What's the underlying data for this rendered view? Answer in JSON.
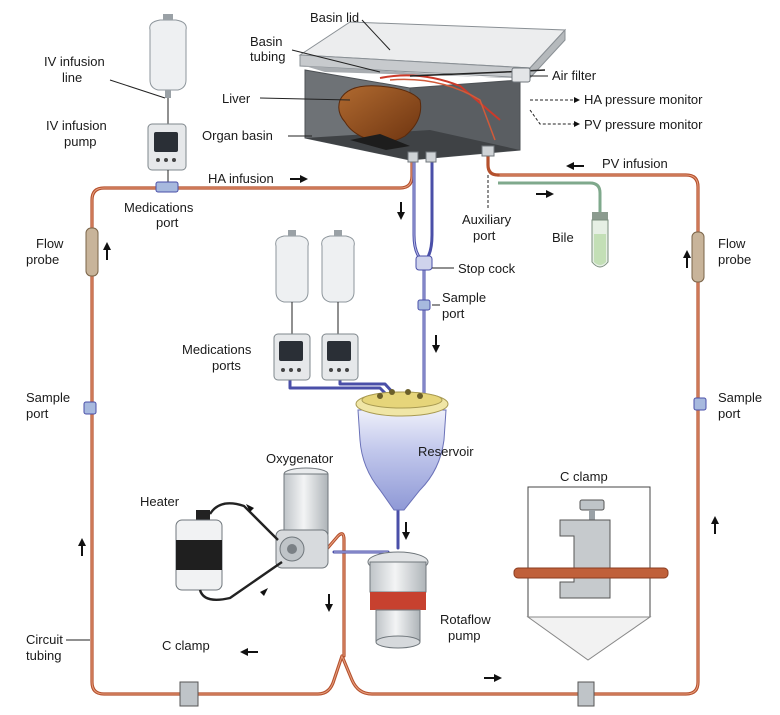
{
  "labels": {
    "basin_lid": "Basin lid",
    "basin_tubing_1": "Basin",
    "basin_tubing_2": "tubing",
    "air_filter": "Air filter",
    "ha_pressure_monitor": "HA pressure monitor",
    "pv_pressure_monitor": "PV pressure monitor",
    "liver": "Liver",
    "organ_basin": "Organ basin",
    "iv_infusion_line_1": "IV infusion",
    "iv_infusion_line_2": "line",
    "iv_infusion_pump_1": "IV infusion",
    "iv_infusion_pump_2": "pump",
    "ha_infusion": "HA infusion",
    "pv_infusion": "PV infusion",
    "medications_port_1": "Medications",
    "medications_port_2": "port",
    "auxiliary_port_1": "Auxiliary",
    "auxiliary_port_2": "port",
    "bile": "Bile",
    "flow_probe_left_1": "Flow",
    "flow_probe_left_2": "probe",
    "flow_probe_right_1": "Flow",
    "flow_probe_right_2": "probe",
    "stop_cock": "Stop cock",
    "sample_port_center_1": "Sample",
    "sample_port_center_2": "port",
    "medications_ports_1": "Medications",
    "medications_ports_2": "ports",
    "sample_port_left_1": "Sample",
    "sample_port_left_2": "port",
    "sample_port_right_1": "Sample",
    "sample_port_right_2": "port",
    "oxygenator": "Oxygenator",
    "reservoir": "Reservoir",
    "heater": "Heater",
    "c_clamp_inset": "C clamp",
    "c_clamp_bottom": "C clamp",
    "rotaflow_pump_1": "Rotaflow",
    "rotaflow_pump_2": "pump",
    "circuit_tubing_1": "Circuit",
    "circuit_tubing_2": "tubing"
  },
  "colors": {
    "arterial_tubing": "#b5512e",
    "venous_tubing": "#4a4fa8",
    "bile_tubing": "#7fa98c",
    "liver": "#8a4a1c",
    "basin": "#6f6f6f",
    "reservoir_fluid": "#9aa4dc"
  }
}
